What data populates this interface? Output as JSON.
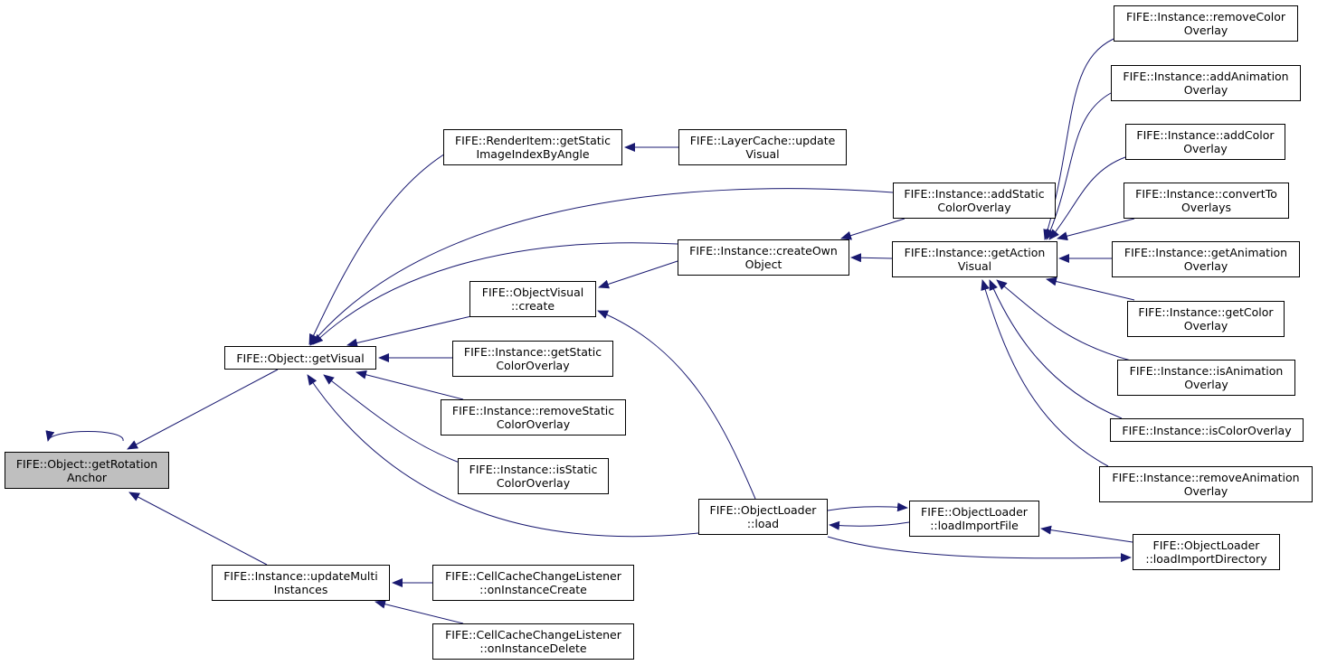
{
  "graph": {
    "nodes": {
      "root": {
        "lines": [
          "FIFE::Object::getRotation",
          "Anchor"
        ],
        "focus": true
      },
      "gv": {
        "lines": [
          "FIFE::Object::getVisual"
        ]
      },
      "umi": {
        "lines": [
          "FIFE::Instance::updateMulti",
          "Instances"
        ]
      },
      "ccc": {
        "lines": [
          "FIFE::CellCacheChangeListener",
          "::onInstanceCreate"
        ]
      },
      "ccd": {
        "lines": [
          "FIFE::CellCacheChangeListener",
          "::onInstanceDelete"
        ]
      },
      "ri": {
        "lines": [
          "FIFE::RenderItem::getStatic",
          "ImageIndexByAngle"
        ]
      },
      "lc": {
        "lines": [
          "FIFE::LayerCache::update",
          "Visual"
        ]
      },
      "ov": {
        "lines": [
          "FIFE::ObjectVisual",
          "::create"
        ]
      },
      "gsc": {
        "lines": [
          "FIFE::Instance::getStatic",
          "ColorOverlay"
        ]
      },
      "rsc": {
        "lines": [
          "FIFE::Instance::removeStatic",
          "ColorOverlay"
        ]
      },
      "isc": {
        "lines": [
          "FIFE::Instance::isStatic",
          "ColorOverlay"
        ]
      },
      "cro": {
        "lines": [
          "FIFE::Instance::createOwn",
          "Object"
        ]
      },
      "asc": {
        "lines": [
          "FIFE::Instance::addStatic",
          "ColorOverlay"
        ]
      },
      "gav": {
        "lines": [
          "FIFE::Instance::getAction",
          "Visual"
        ]
      },
      "ol": {
        "lines": [
          "FIFE::ObjectLoader",
          "::load"
        ]
      },
      "olif": {
        "lines": [
          "FIFE::ObjectLoader",
          "::loadImportFile"
        ]
      },
      "olid": {
        "lines": [
          "FIFE::ObjectLoader",
          "::loadImportDirectory"
        ]
      },
      "rco": {
        "lines": [
          "FIFE::Instance::removeColor",
          "Overlay"
        ]
      },
      "aao": {
        "lines": [
          "FIFE::Instance::addAnimation",
          "Overlay"
        ]
      },
      "aco": {
        "lines": [
          "FIFE::Instance::addColor",
          "Overlay"
        ]
      },
      "cto": {
        "lines": [
          "FIFE::Instance::convertTo",
          "Overlays"
        ]
      },
      "gao": {
        "lines": [
          "FIFE::Instance::getAnimation",
          "Overlay"
        ]
      },
      "gco": {
        "lines": [
          "FIFE::Instance::getColor",
          "Overlay"
        ]
      },
      "iao": {
        "lines": [
          "FIFE::Instance::isAnimation",
          "Overlay"
        ]
      },
      "ico": {
        "lines": [
          "FIFE::Instance::isColorOverlay"
        ]
      },
      "rao": {
        "lines": [
          "FIFE::Instance::removeAnimation",
          "Overlay"
        ]
      }
    },
    "colors": {
      "edge": "#191970",
      "focus_fill": "#bfbfbf",
      "node_fill": "#ffffff",
      "border": "#000000"
    }
  }
}
